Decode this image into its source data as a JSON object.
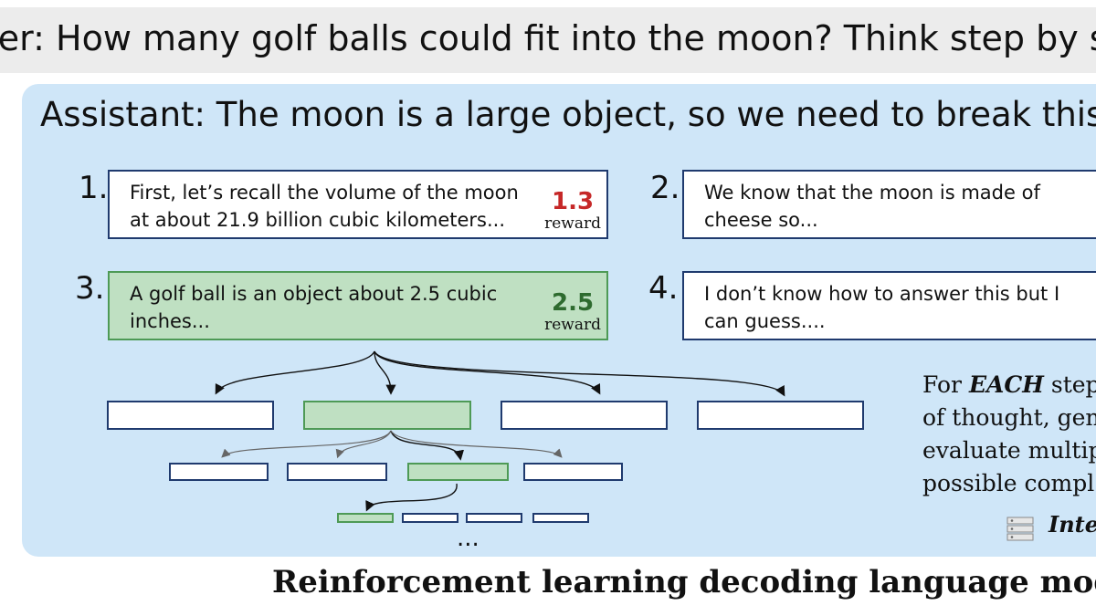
{
  "user": {
    "label": "ser:",
    "text": " How many golf balls could fit into the moon? Think step by ste"
  },
  "assistant": {
    "label": "Assistant:",
    "text": " The moon is a large object, so we need to break this"
  },
  "steps": [
    {
      "number": "1.",
      "text": "First, let’s recall the volume of the moon\nat about 21.9 billion cubic kilometers...",
      "reward_value": "1.3",
      "reward_label": "reward",
      "reward_color": "#c62828"
    },
    {
      "number": "2.",
      "text": "We know that the moon is made of\ncheese so..."
    },
    {
      "number": "3.",
      "text": "A golf ball is an object about 2.5 cubic\ninches...",
      "reward_value": "2.5",
      "reward_label": "reward",
      "reward_color": "#2e6b2f"
    },
    {
      "number": "4.",
      "text": "I don’t know how to answer this but I\ncan guess...."
    }
  ],
  "side_text": {
    "line1_pre": "For ",
    "line1_em": "EACH",
    "line1_post": " step",
    "line2": "of thought, gen",
    "line3": "evaluate multip",
    "line4": "possible compl"
  },
  "ellipsis": "...",
  "brand": {
    "text": "Inter"
  },
  "caption": "Reinforcement learning decoding language model",
  "colors": {
    "panel": "#cfe6f8",
    "box_border": "#1f3a6e",
    "green_fill": "#bfe0c2",
    "green_border": "#4e9a56",
    "user_bar": "#ececec"
  }
}
